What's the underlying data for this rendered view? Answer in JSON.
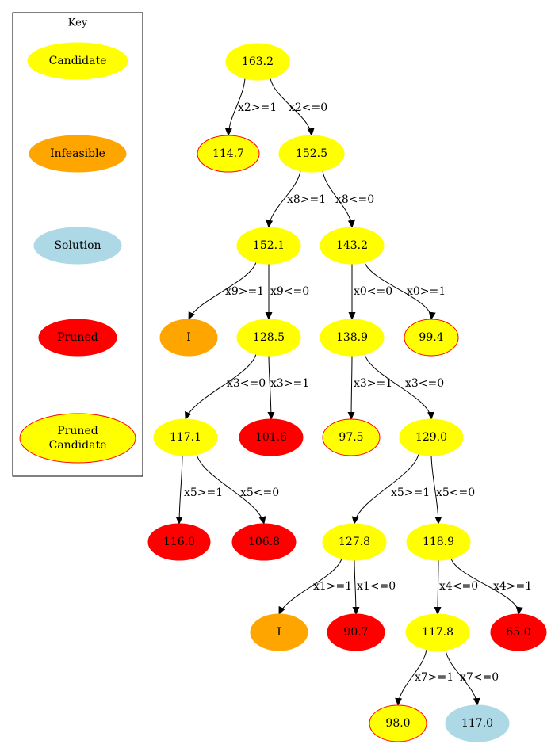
{
  "key": {
    "title": "Key",
    "items": [
      {
        "id": "candidate",
        "label": [
          "Candidate"
        ]
      },
      {
        "id": "infeasible",
        "label": [
          "Infeasible"
        ]
      },
      {
        "id": "solution",
        "label": [
          "Solution"
        ]
      },
      {
        "id": "pruned",
        "label": [
          "Pruned"
        ]
      },
      {
        "id": "pruned-candidate",
        "label": [
          "Pruned",
          "Candidate"
        ]
      }
    ]
  },
  "colors": {
    "candidate": "#ffff00",
    "infeasible": "#ffa500",
    "solution": "#add8e6",
    "pruned": "#ff0000",
    "pruned_border": "#ff0000",
    "edge": "#000000"
  },
  "tree": {
    "nodes": [
      {
        "id": "n0",
        "label": "163.2",
        "status": "candidate"
      },
      {
        "id": "n1",
        "label": "114.7",
        "status": "pruned-candidate"
      },
      {
        "id": "n2",
        "label": "152.5",
        "status": "candidate"
      },
      {
        "id": "n3",
        "label": "152.1",
        "status": "candidate"
      },
      {
        "id": "n4",
        "label": "143.2",
        "status": "candidate"
      },
      {
        "id": "n5",
        "label": "I",
        "status": "infeasible"
      },
      {
        "id": "n6",
        "label": "128.5",
        "status": "candidate"
      },
      {
        "id": "n7",
        "label": "138.9",
        "status": "candidate"
      },
      {
        "id": "n8",
        "label": "99.4",
        "status": "pruned-candidate"
      },
      {
        "id": "n9",
        "label": "117.1",
        "status": "candidate"
      },
      {
        "id": "n10",
        "label": "101.6",
        "status": "pruned"
      },
      {
        "id": "n11",
        "label": "97.5",
        "status": "pruned-candidate"
      },
      {
        "id": "n12",
        "label": "129.0",
        "status": "candidate"
      },
      {
        "id": "n13",
        "label": "116.0",
        "status": "pruned"
      },
      {
        "id": "n14",
        "label": "106.8",
        "status": "pruned"
      },
      {
        "id": "n15",
        "label": "127.8",
        "status": "candidate"
      },
      {
        "id": "n16",
        "label": "118.9",
        "status": "candidate"
      },
      {
        "id": "n17",
        "label": "I",
        "status": "infeasible"
      },
      {
        "id": "n18",
        "label": "90.7",
        "status": "pruned"
      },
      {
        "id": "n19",
        "label": "117.8",
        "status": "candidate"
      },
      {
        "id": "n20",
        "label": "65.0",
        "status": "pruned"
      },
      {
        "id": "n21",
        "label": "98.0",
        "status": "pruned-candidate"
      },
      {
        "id": "n22",
        "label": "117.0",
        "status": "solution"
      }
    ],
    "edges": [
      {
        "from": "n0",
        "to": "n1",
        "label": "x2>=1"
      },
      {
        "from": "n0",
        "to": "n2",
        "label": "x2<=0"
      },
      {
        "from": "n2",
        "to": "n3",
        "label": "x8>=1"
      },
      {
        "from": "n2",
        "to": "n4",
        "label": "x8<=0"
      },
      {
        "from": "n3",
        "to": "n5",
        "label": "x9>=1"
      },
      {
        "from": "n3",
        "to": "n6",
        "label": "x9<=0"
      },
      {
        "from": "n4",
        "to": "n7",
        "label": "x0<=0"
      },
      {
        "from": "n4",
        "to": "n8",
        "label": "x0>=1"
      },
      {
        "from": "n6",
        "to": "n9",
        "label": "x3<=0"
      },
      {
        "from": "n6",
        "to": "n10",
        "label": "x3>=1"
      },
      {
        "from": "n7",
        "to": "n11",
        "label": "x3>=1"
      },
      {
        "from": "n7",
        "to": "n12",
        "label": "x3<=0"
      },
      {
        "from": "n9",
        "to": "n13",
        "label": "x5>=1"
      },
      {
        "from": "n9",
        "to": "n14",
        "label": "x5<=0"
      },
      {
        "from": "n12",
        "to": "n15",
        "label": "x5>=1"
      },
      {
        "from": "n12",
        "to": "n16",
        "label": "x5<=0"
      },
      {
        "from": "n15",
        "to": "n17",
        "label": "x1>=1"
      },
      {
        "from": "n15",
        "to": "n18",
        "label": "x1<=0"
      },
      {
        "from": "n16",
        "to": "n19",
        "label": "x4<=0"
      },
      {
        "from": "n16",
        "to": "n20",
        "label": "x4>=1"
      },
      {
        "from": "n19",
        "to": "n21",
        "label": "x7>=1"
      },
      {
        "from": "n19",
        "to": "n22",
        "label": "x7<=0"
      }
    ]
  }
}
